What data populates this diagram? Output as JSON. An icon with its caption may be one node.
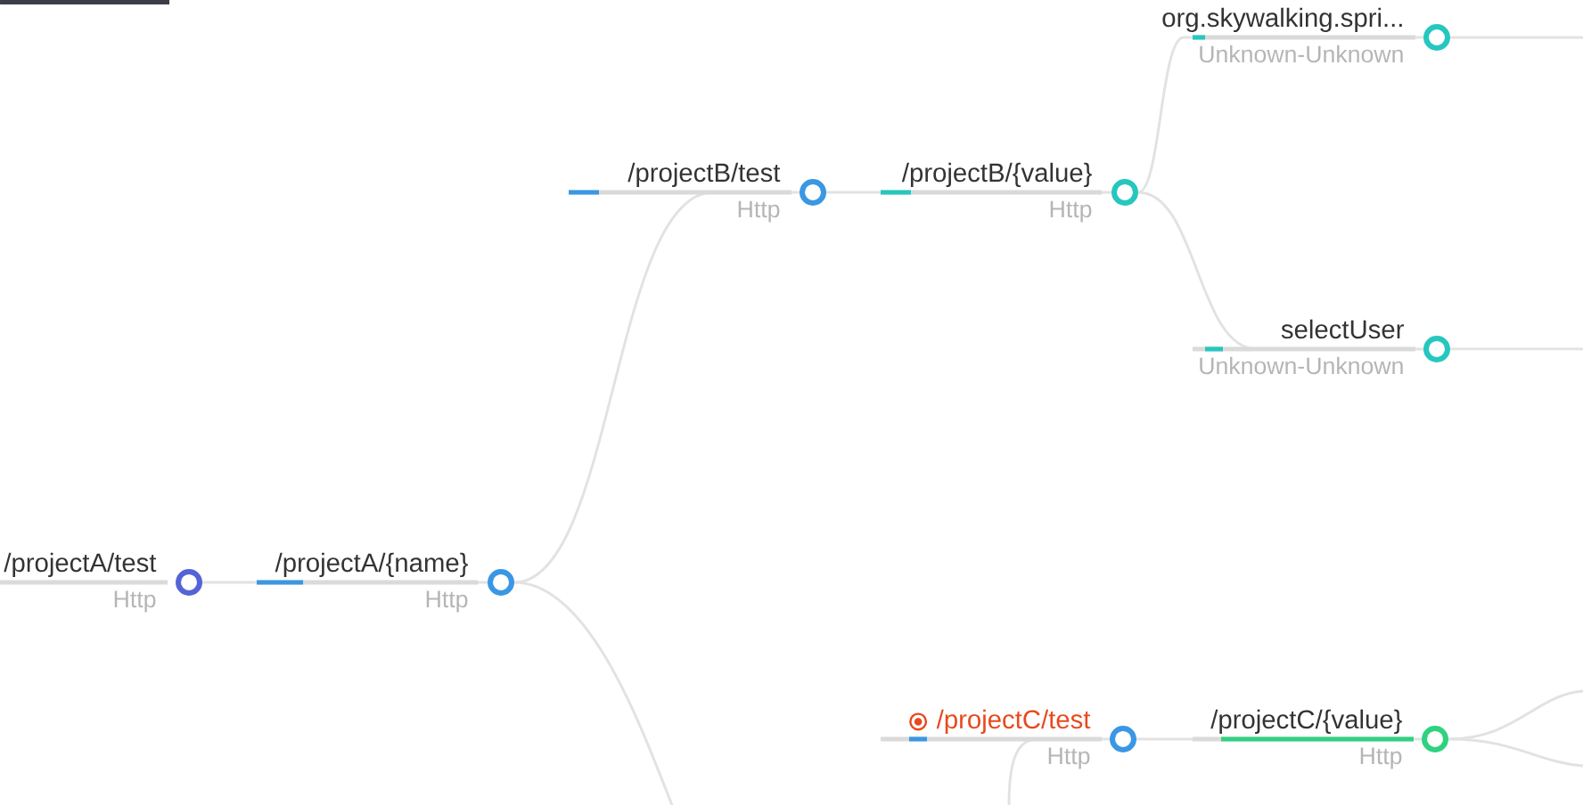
{
  "diagram": {
    "nodes": [
      {
        "text": [],
        "shape": "circle",
        "beside": [
          "/projectA/test",
          "Http"
        ]
      },
      {
        "text": [],
        "shape": "circle",
        "beside": [
          "/projectA/{name}",
          "Http"
        ]
      },
      {
        "text": [],
        "shape": "circle",
        "beside": [
          "/projectB/test",
          "Http"
        ]
      },
      {
        "text": [],
        "shape": "circle",
        "beside": [
          "/projectB/{value}",
          "Http"
        ]
      },
      {
        "text": [],
        "shape": "circle",
        "beside": [
          "org.skywalking.spri...",
          "Unknown-Unknown"
        ]
      },
      {
        "text": [],
        "shape": "circle",
        "beside": [
          "selectUser",
          "Unknown-Unknown"
        ]
      },
      {
        "text": [],
        "shape": "circle",
        "beside": [
          "/projectC/test",
          "Http"
        ]
      },
      {
        "text": [],
        "shape": "circle",
        "beside": [
          "/projectC/{value}",
          "Http"
        ]
      }
    ],
    "edges": [
      {
        "from": 0,
        "to": 1,
        "arrow": "none"
      },
      {
        "from": 1,
        "to": 2,
        "arrow": "none"
      },
      {
        "from": 1,
        "to": null,
        "arrow": "none"
      },
      {
        "from": 2,
        "to": 3,
        "arrow": "none"
      },
      {
        "from": 3,
        "to": 4,
        "arrow": "none"
      },
      {
        "from": 3,
        "to": 5,
        "arrow": "none"
      },
      {
        "from": 4,
        "to": null,
        "arrow": "none"
      },
      {
        "from": 5,
        "to": null,
        "arrow": "none"
      },
      {
        "from": null,
        "to": 6,
        "arrow": "none"
      },
      {
        "from": 6,
        "to": 7,
        "arrow": "none"
      },
      {
        "from": 7,
        "to": null,
        "arrow": "none"
      },
      {
        "from": 7,
        "to": null,
        "arrow": "none"
      }
    ]
  }
}
